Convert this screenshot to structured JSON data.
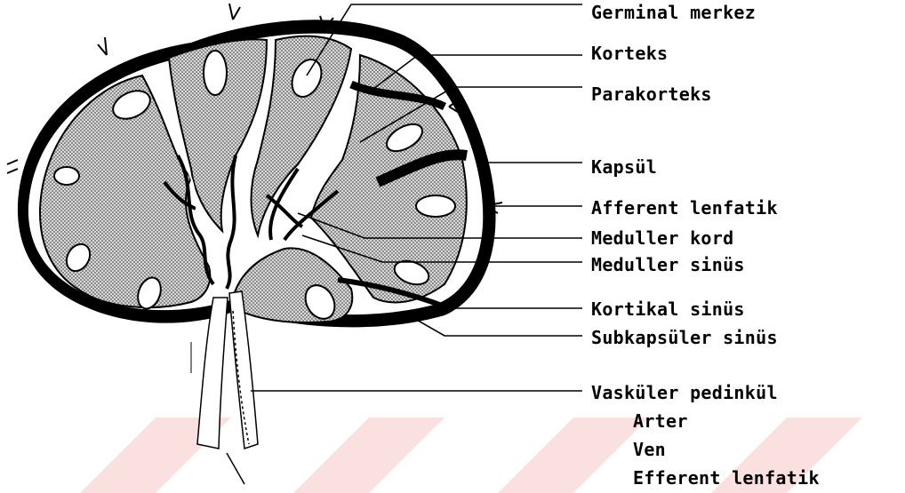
{
  "labels": {
    "germinal_merkez": "Germinal merkez",
    "korteks": "Korteks",
    "parakorteks": "Parakorteks",
    "kapsul": "Kapsül",
    "afferent_lenfatik": "Afferent lenfatik",
    "meduller_kord": "Meduller kord",
    "meduller_sinus": "Meduller sinüs",
    "kortikal_sinus": "Kortikal sinüs",
    "subkapsuler_sinus": "Subkapsüler sinüs",
    "vaskuler_pedinkul": "Vasküler pedinkül",
    "arter": "Arter",
    "ven": "Ven",
    "efferent_lenfatik": "Efferent lenfatik"
  },
  "colors": {
    "outline": "#000000",
    "cortex_fill": "#bdbdbd",
    "watermark": "#f6c9c9"
  }
}
